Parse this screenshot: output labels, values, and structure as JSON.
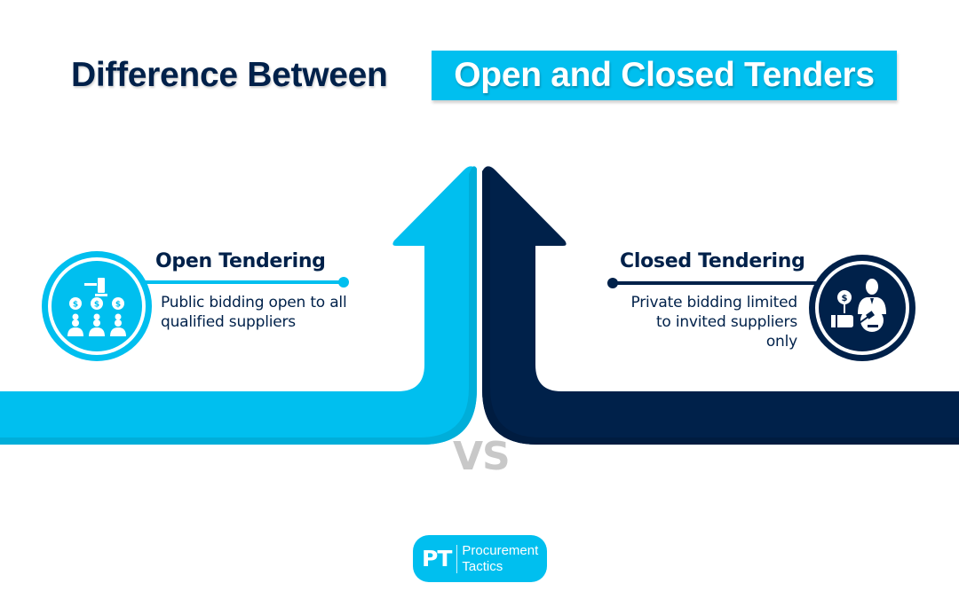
{
  "header": {
    "title_prefix": "Difference Between",
    "title_highlight": "Open and Closed Tenders"
  },
  "left": {
    "title": "Open Tendering",
    "description": "Public bidding open to all qualified suppliers",
    "icon": "auction-gavel-bidders-icon",
    "color": "#00BFEF"
  },
  "right": {
    "title": "Closed Tendering",
    "description": "Private bidding limited to invited suppliers only",
    "icon": "invited-bidder-gavel-icon",
    "color": "#00214A"
  },
  "center": {
    "vs_label": "VS"
  },
  "logo": {
    "initials": "PT",
    "line1": "Procurement",
    "line2": "Tactics"
  },
  "colors": {
    "cyan": "#00BFEF",
    "cyan_shade": "#00AED9",
    "navy": "#00214A",
    "vs_gray": "#C8C8C8"
  }
}
